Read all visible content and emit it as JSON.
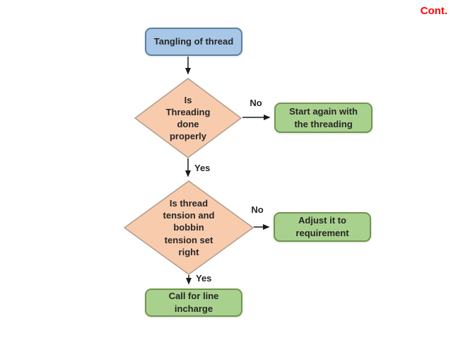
{
  "slide": {
    "continuation_label": "Cont."
  },
  "colors": {
    "start_node_fill": "#A8C7E7",
    "start_node_border": "#5D7F9E",
    "decision_fill": "#F8CBAD",
    "decision_border": "#B09C8B",
    "action_fill": "#A9D18E",
    "action_border": "#71944F",
    "arrow": "#1A1A1A",
    "text": "#262626",
    "continuation_text": "#FF0000"
  },
  "flowchart": {
    "start_node": {
      "label": "Tangling of thread"
    },
    "decision_threading": {
      "label": "Is\nThreading\ndone\nproperly"
    },
    "decision_threading_no_label": "No",
    "decision_threading_yes_label": "Yes",
    "action_restart": {
      "label": "Start again with\nthe threading"
    },
    "decision_tension": {
      "label": "Is thread\ntension and\nbobbin\ntension set\nright"
    },
    "decision_tension_no_label": "No",
    "decision_tension_yes_label": "Yes",
    "action_adjust": {
      "label": "Adjust it to\nrequirement"
    },
    "end_node": {
      "label": "Call for line\nincharge"
    }
  }
}
